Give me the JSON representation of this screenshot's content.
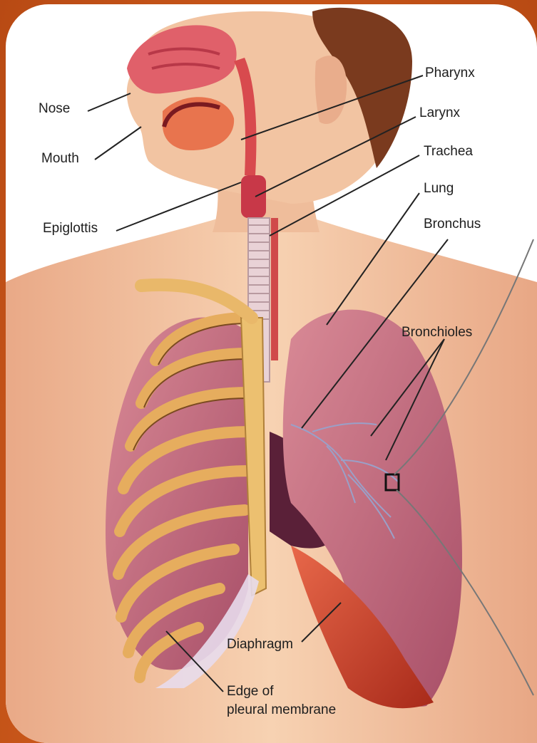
{
  "labels": {
    "nose": "Nose",
    "mouth": "Mouth",
    "epiglottis": "Epiglottis",
    "pharynx": "Pharynx",
    "larynx": "Larynx",
    "trachea": "Trachea",
    "lung": "Lung",
    "bronchus": "Bronchus",
    "bronchioles": "Bronchioles",
    "diaphragm": "Diaphragm",
    "pleural_line1": "Edge of",
    "pleural_line2": "pleural membrane"
  },
  "colors": {
    "frame": "#d8641a",
    "skin": "#f3c6a2",
    "lung": "#c86a80",
    "rib": "#e8b060",
    "muscle": "#d0442a",
    "trachea": "#e8c8cc"
  }
}
